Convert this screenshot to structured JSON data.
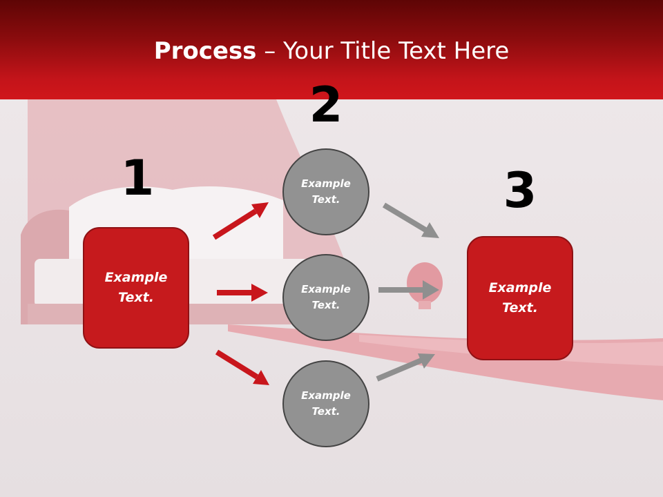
{
  "title": {
    "bold": "Process",
    "rest": " – Your Title Text Here"
  },
  "numbers": [
    "1",
    "2",
    "3"
  ],
  "box_left": {
    "text": "Example\nText."
  },
  "box_right": {
    "text": "Example\nText."
  },
  "circles": [
    {
      "text": "Example\nText."
    },
    {
      "text": "Example\nText."
    },
    {
      "text": "Example\nText."
    }
  ],
  "colors": {
    "header_red": "#c4141a",
    "box_red": "#c61a1d",
    "arrow_red": "#c8161c",
    "circle_gray": "#929292",
    "arrow_gray": "#8f8f8f"
  }
}
